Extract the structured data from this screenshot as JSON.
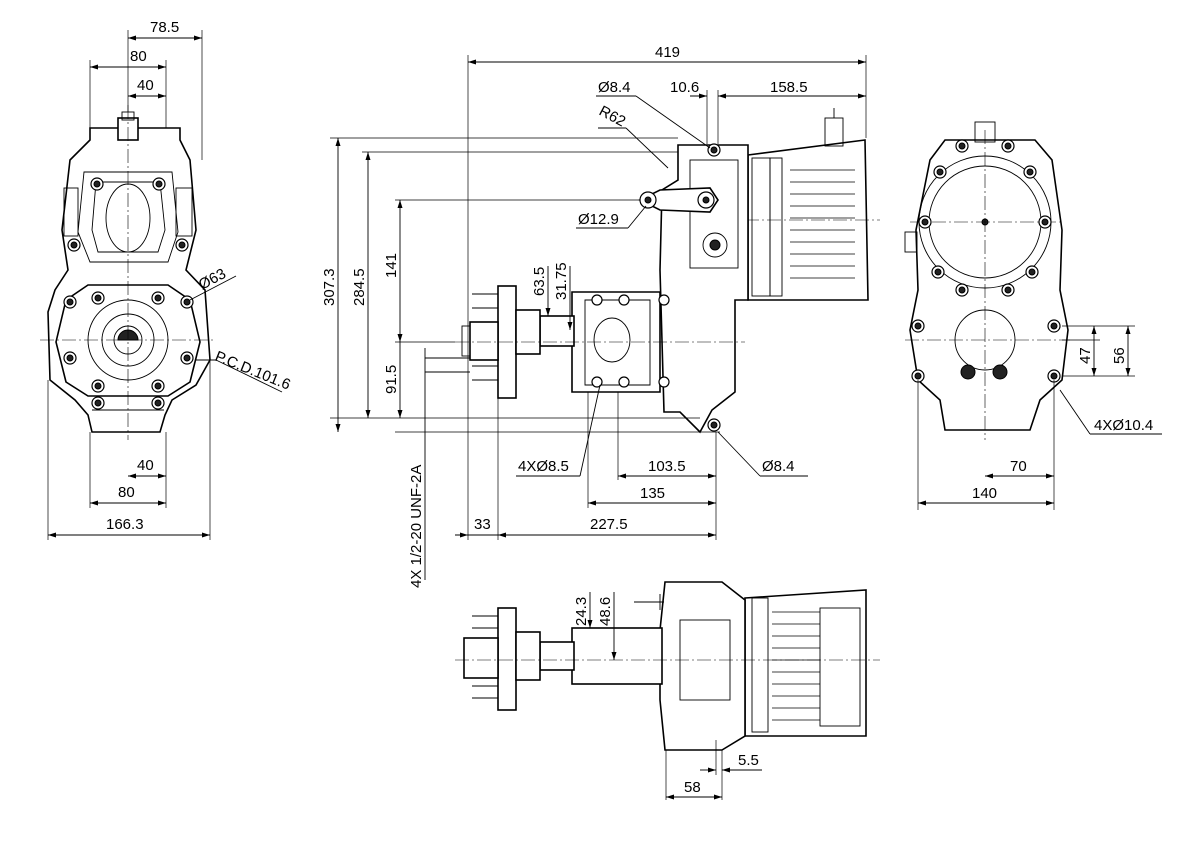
{
  "dimensions": {
    "left_78_5": "78.5",
    "left_80_top": "80",
    "left_40_top": "40",
    "left_40_bottom": "40",
    "left_80_bottom": "80",
    "left_166_3": "166.3",
    "left_dia_63": "Ø63",
    "left_pcd": "P.C.D.101.6",
    "side_419": "419",
    "side_dia_8_4_top": "Ø8.4",
    "side_10_6": "10.6",
    "side_158_5": "158.5",
    "side_r62": "R62",
    "side_dia_12_9": "Ø12.9",
    "side_307_3": "307.3",
    "side_284_5": "284.5",
    "side_141": "141",
    "side_63_5": "63.5",
    "side_31_75": "31.75",
    "side_91_5": "91.5",
    "side_thread": "4X 1/2-20 UNF-2A",
    "side_4x_8_5": "4XØ8.5",
    "side_103_5": "103.5",
    "side_dia_8_4_bottom": "Ø8.4",
    "side_135": "135",
    "side_33": "33",
    "side_227_5": "227.5",
    "right_47": "47",
    "right_56": "56",
    "right_4x_10_4": "4XØ10.4",
    "right_70": "70",
    "right_140": "140",
    "bottom_24_3": "24.3",
    "bottom_48_6": "48.6",
    "bottom_5_5": "5.5",
    "bottom_58": "58"
  }
}
